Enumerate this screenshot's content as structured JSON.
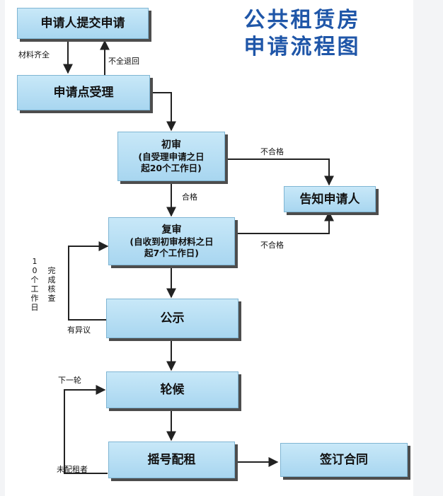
{
  "title": {
    "line1": "公共租赁房",
    "line2": "申请流程图"
  },
  "nodes": {
    "submit": "申请人提交申请",
    "accept": "申请点受理",
    "first_review": {
      "title": "初审",
      "detail1": "(自受理申请之日",
      "detail2": "起20个工作日)"
    },
    "notify": "告知申请人",
    "second_review": {
      "title": "复审",
      "detail1": "(自收到初审材料之日",
      "detail2": "起7个工作日)"
    },
    "publicize": "公示",
    "waiting": "轮候",
    "lottery": "摇号配租",
    "sign": "签订合同"
  },
  "labels": {
    "materials_complete": "材料齐全",
    "incomplete_return": "不全退回",
    "fail_1": "不合格",
    "pass": "合格",
    "fail_2": "不合格",
    "ten_days": "10个工作日",
    "verify_done": "完成核查",
    "objection": "有异议",
    "next_round": "下一轮",
    "not_allocated": "未配租者"
  },
  "colors": {
    "box_fill_top": "#c8e8f8",
    "box_fill_bottom": "#a8d6f0",
    "shadow": "#4d4d4d",
    "title": "#1f56a8",
    "arrow": "#222222"
  }
}
